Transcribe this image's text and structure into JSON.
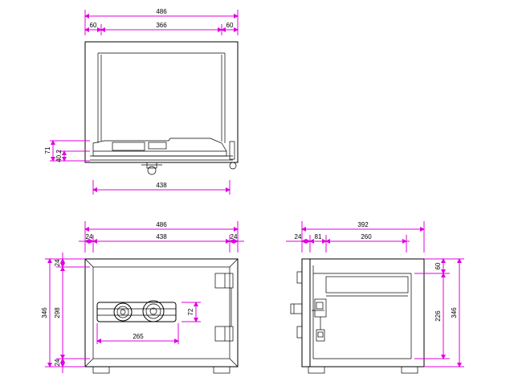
{
  "colors": {
    "dimension": "#e000e0",
    "line": "#000000",
    "background": "#ffffff"
  },
  "top_view": {
    "overall_width": "486",
    "left_offset": "60",
    "inner_width": "366",
    "right_offset": "60",
    "base_height": "71",
    "foot_height": "40.2",
    "base_width": "438"
  },
  "front_view": {
    "overall_width": "486",
    "left_wall": "24",
    "inner_width": "438",
    "right_wall": "24",
    "overall_height": "346",
    "top_wall": "24",
    "inner_height": "298",
    "bottom_wall": "24",
    "dial_height": "72",
    "dial_span": "265"
  },
  "side_view": {
    "overall_depth": "392",
    "door_thickness": "24",
    "door_to_interior": "81",
    "interior_depth": "260",
    "top_offset": "60",
    "interior_height": "226",
    "overall_height": "346"
  }
}
